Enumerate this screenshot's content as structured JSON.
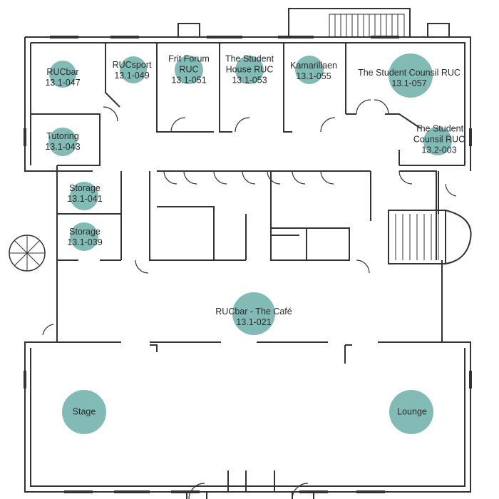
{
  "colors": {
    "marker": "#82bab6",
    "wall": "#333333",
    "text": "#2b2b2b",
    "background": "#ffffff"
  },
  "rooms": [
    {
      "id": "rucbar-047",
      "name": "RUCbar",
      "code": "13.1-047"
    },
    {
      "id": "rucsport",
      "name": "RUCsport",
      "code": "13.1-049"
    },
    {
      "id": "frit-forum",
      "name": "Frit Forum RUC",
      "code": "13.1-051"
    },
    {
      "id": "student-house",
      "name": "The Student House RUC",
      "code": "13.1-053"
    },
    {
      "id": "kamarillaen",
      "name": "Kamarillaen",
      "code": "13.1-055"
    },
    {
      "id": "student-counsil-057",
      "name": "The Student Counsil RUC",
      "code": "13.1-057"
    },
    {
      "id": "tutoring",
      "name": "Tutoring",
      "code": "13.1-043"
    },
    {
      "id": "student-counsil-003",
      "name": "The Student Counsil RUC",
      "code": "13.2-003"
    },
    {
      "id": "storage-041",
      "name": "Storage",
      "code": "13.1-041"
    },
    {
      "id": "storage-039",
      "name": "Storage",
      "code": "13.1-039"
    },
    {
      "id": "rucbar-cafe",
      "name": "RUCbar - The Café",
      "code": "13.1-021"
    },
    {
      "id": "stage",
      "name": "Stage",
      "code": ""
    },
    {
      "id": "lounge",
      "name": "Lounge",
      "code": ""
    }
  ]
}
